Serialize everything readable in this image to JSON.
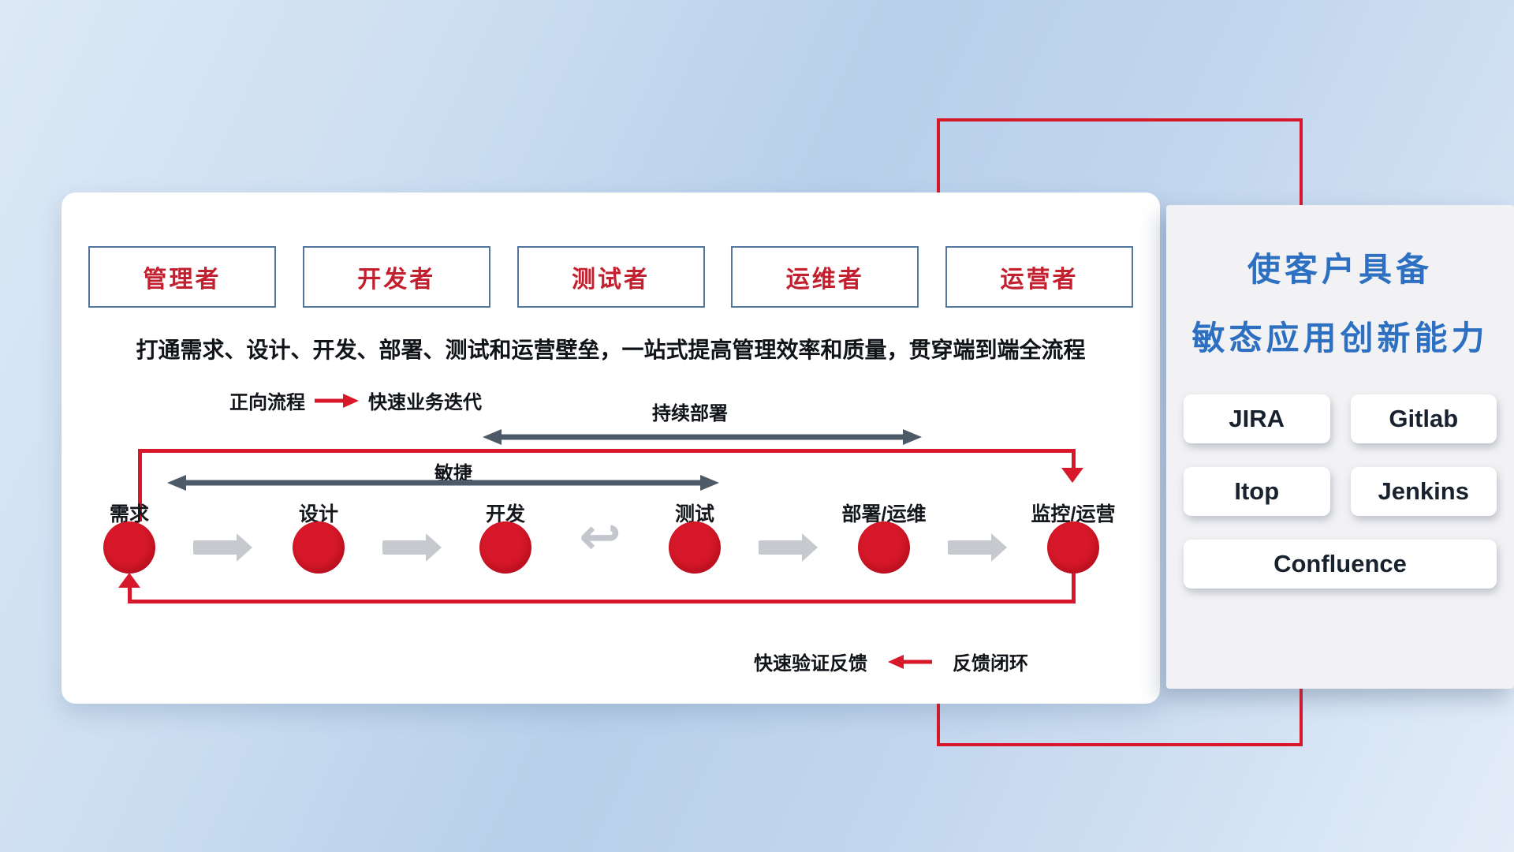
{
  "roles": [
    "管理者",
    "开发者",
    "测试者",
    "运维者",
    "运营者"
  ],
  "subtitle": "打通需求、设计、开发、部署、测试和运营壁垒，一站式提高管理效率和质量，贯穿端到端全流程",
  "legend_forward": {
    "label": "正向流程",
    "value": "快速业务迭代"
  },
  "legend_feedback": {
    "label": "快速验证反馈",
    "value": "反馈闭环"
  },
  "flow": {
    "continuous_deploy_label": "持续部署",
    "agile_label": "敏捷",
    "stages": [
      "需求",
      "设计",
      "开发",
      "测试",
      "部署/运维",
      "监控/运营"
    ]
  },
  "icons": {
    "loop_back": "↩"
  },
  "panel": {
    "title_line1": "使客户具备",
    "title_line2": "敏态应用创新能力",
    "tools": [
      "JIRA",
      "Gitlab",
      "Itop",
      "Jenkins",
      "Confluence"
    ]
  },
  "colors": {
    "accent_red": "#d7182a",
    "title_blue": "#2d6fc0",
    "arrow_dark": "#4d5a68",
    "arrow_gray": "#c6c9ce"
  }
}
